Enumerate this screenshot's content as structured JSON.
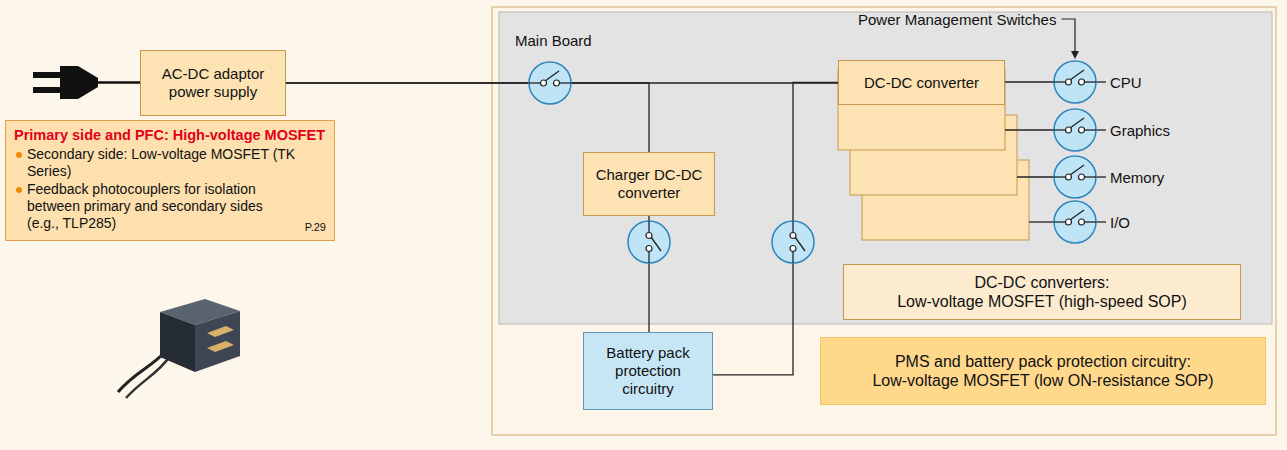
{
  "diagram": {
    "nodes": [
      {
        "text": [
          "AC-DC adaptor power supply"
        ]
      },
      {
        "text": [
          "Primary side and PFC: High-voltage MOSFET",
          "Secondary side: Low-voltage MOSFET (TK Series)",
          "Feedback photocouplers for isolation between primary and secondary sides (e.g., TLP285)",
          "P.29"
        ]
      },
      {
        "text": [
          "Charger DC-DC converter"
        ]
      },
      {
        "text": [
          "DC-DC converter"
        ]
      },
      {
        "text": [
          "Battery pack protection circuitry"
        ]
      },
      {
        "text": [
          "DC-DC converters:",
          "Low-voltage MOSFET (high-speed SOP)"
        ]
      },
      {
        "text": [
          "PMS and battery pack protection circuitry:",
          "Low-voltage MOSFET (low ON-resistance SOP)"
        ]
      }
    ],
    "edges": [
      {
        "from": 0,
        "to": 3,
        "arrow": "none"
      },
      {
        "from": 0,
        "to": 2,
        "arrow": "none"
      },
      {
        "from": 2,
        "to": 4,
        "arrow": "none"
      },
      {
        "from": 4,
        "to": 3,
        "arrow": "none"
      }
    ],
    "labels": [
      "Main Board",
      "Power Management Switches",
      "CPU",
      "Graphics",
      "Memory",
      "I/O"
    ]
  }
}
